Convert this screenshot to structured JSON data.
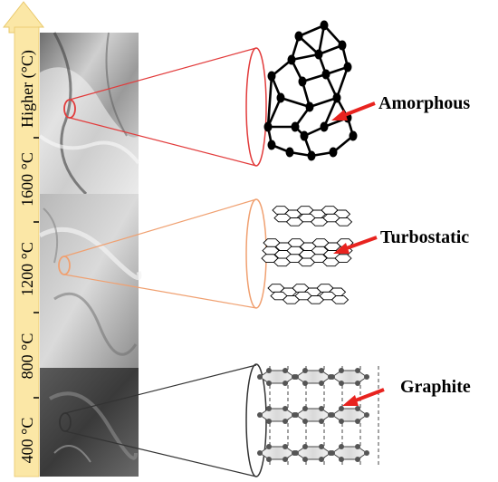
{
  "temperature_scale": {
    "labels": [
      "400 °C",
      "800 °C",
      "1200 °C",
      "1600 °C",
      "Higher (°C)"
    ],
    "bar_color": "#fbe7a6",
    "arrow_color": "#fbe7a6"
  },
  "stages": [
    {
      "label": "Amorphous",
      "zoom_color": "#e23b3b",
      "arrow_color": "#e8231f"
    },
    {
      "label": "Turbostatic",
      "zoom_color": "#f0a070",
      "arrow_color": "#e8231f"
    },
    {
      "label": "Graphite",
      "zoom_color": "#333333",
      "arrow_color": "#e8231f"
    }
  ]
}
